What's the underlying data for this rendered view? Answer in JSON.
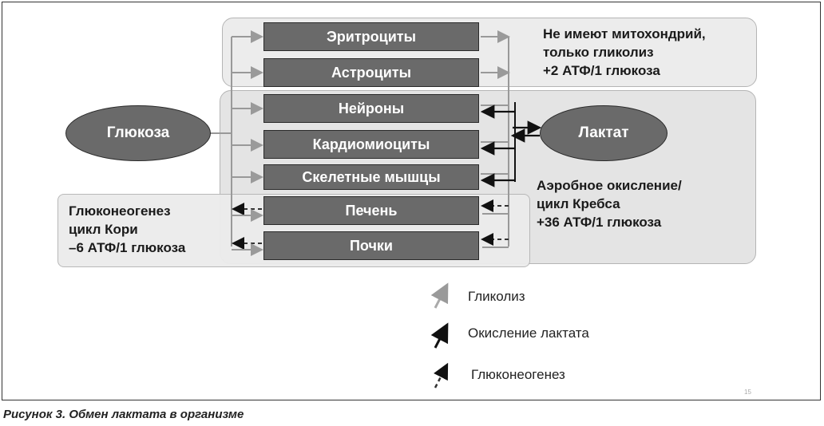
{
  "diagram": {
    "source": "Глюкоза",
    "lactate": "Лактат",
    "organs": [
      "Эритроциты",
      "Астроциты",
      "Нейроны",
      "Кардиомиоциты",
      "Скелетные мышцы",
      "Печень",
      "Почки"
    ],
    "note_glycolysis": [
      "Не имеют митохондрий,",
      "только гликолиз",
      "+2 АТФ/1 глюкоза"
    ],
    "note_aerobic": [
      "Аэробное окисление/",
      "цикл Кребса",
      "+36 АТФ/1 глюкоза"
    ],
    "note_gluconeo": [
      "Глюконеогенез",
      "цикл Кори",
      "–6 АТФ/1 глюкоза"
    ]
  },
  "legend": {
    "glycolysis": "Гликолиз",
    "lactate_oxidation": "Окисление лактата",
    "gluconeogenesis": "Глюконеогенез"
  },
  "page_number": "15",
  "caption": "Рисунок 3. Обмен лактата в организме"
}
